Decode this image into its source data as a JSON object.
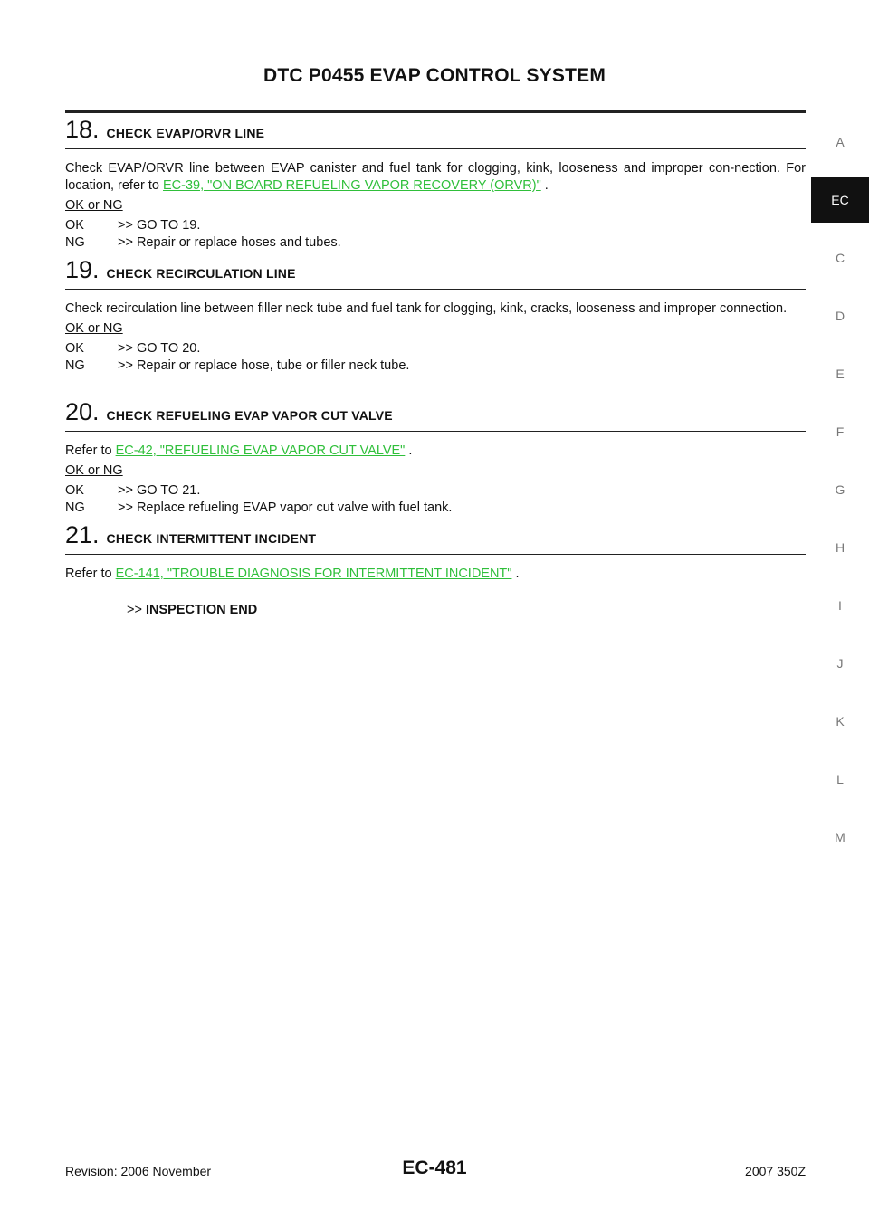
{
  "header": {
    "title": "DTC P0455 EVAP CONTROL SYSTEM"
  },
  "side_tabs": [
    "A",
    "EC",
    "C",
    "D",
    "E",
    "F",
    "G",
    "H",
    "I",
    "J",
    "K",
    "L",
    "M"
  ],
  "side_tab_active": "EC",
  "steps": [
    {
      "num": "18.",
      "title": "CHECK EVAP/ORVR LINE",
      "body_pre": "Check EVAP/ORVR line between EVAP canister and fuel tank for clogging, kink, looseness and improper con-nection. For location, refer to ",
      "link": "EC-39, \"ON BOARD REFUELING VAPOR RECOVERY (ORVR)\"",
      "body_post": " .",
      "ok_ng_label": "OK or NG",
      "ok": ">> GO TO 19.",
      "ng": ">> Repair or replace hoses and tubes."
    },
    {
      "num": "19.",
      "title": "CHECK RECIRCULATION LINE",
      "body_pre": "Check recirculation line between filler neck tube and fuel tank for clogging, kink, cracks, looseness and improper connection.",
      "ok_ng_label": "OK or NG",
      "ok": ">> GO TO 20.",
      "ng": ">> Repair or replace hose, tube or filler neck tube."
    },
    {
      "num": "20.",
      "title": "CHECK REFUELING EVAP VAPOR CUT VALVE",
      "body_pre": "Refer to ",
      "link": "EC-42, \"REFUELING EVAP VAPOR CUT VALVE\"",
      "body_post": " .",
      "ok_ng_label": "OK or NG",
      "ok": ">> GO TO 21.",
      "ng": ">> Replace refueling EVAP vapor cut valve with fuel tank."
    },
    {
      "num": "21.",
      "title": "CHECK INTERMITTENT INCIDENT",
      "body_pre": "Refer to ",
      "link": "EC-141, \"TROUBLE DIAGNOSIS FOR INTERMITTENT INCIDENT\"",
      "body_post": " ."
    }
  ],
  "labels": {
    "ok": "OK",
    "ng": "NG"
  },
  "end": {
    "arrow": ">>",
    "text": "INSPECTION END"
  },
  "footer": {
    "revision": "Revision: 2006 November",
    "page": "EC-481",
    "model": "2007 350Z"
  }
}
